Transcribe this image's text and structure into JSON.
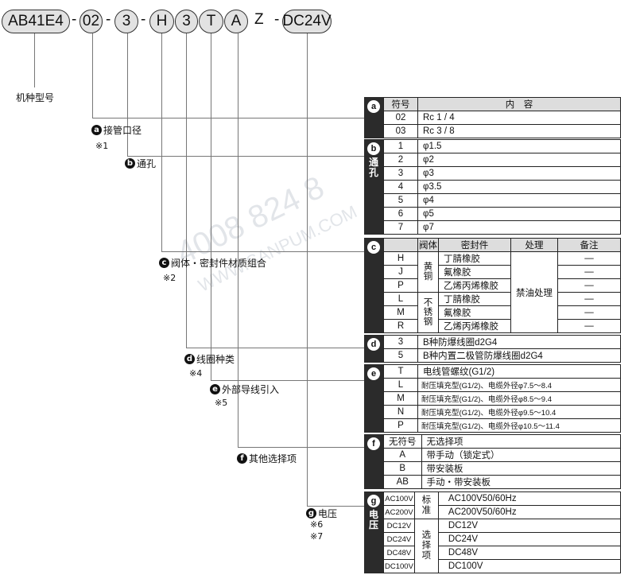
{
  "model_code": {
    "parts": [
      "AB41E4",
      "02",
      "3",
      "H",
      "3",
      "T",
      "A",
      "DC24V"
    ],
    "plain_z": "Z",
    "dash": "-"
  },
  "labels": {
    "model_type": "机种型号",
    "a": {
      "letter": "a",
      "text": "接管口径",
      "note": "※1"
    },
    "b": {
      "letter": "b",
      "text": "通孔"
    },
    "c": {
      "letter": "c",
      "text": "阀体・密封件材质组合",
      "note": "※2"
    },
    "d": {
      "letter": "d",
      "text": "线圈种类",
      "note": "※4"
    },
    "e": {
      "letter": "e",
      "text": "外部导线引入",
      "note": "※5"
    },
    "f": {
      "letter": "f",
      "text": "其他选择项"
    },
    "g": {
      "letter": "g",
      "text": "电压",
      "note": "※6",
      "note2": "※7"
    }
  },
  "watermark": {
    "phone": "4008 824 8",
    "site": "WWW.SANPUM.COM"
  },
  "table": {
    "a": {
      "letter": "a",
      "header": [
        "符号",
        "内　容"
      ],
      "rows": [
        [
          "02",
          "Rc 1 / 4"
        ],
        [
          "03",
          "Rc 3 / 8"
        ]
      ]
    },
    "b": {
      "letter": "b",
      "band_text": "通孔",
      "rows": [
        [
          "1",
          "φ1.5"
        ],
        [
          "2",
          "φ2"
        ],
        [
          "3",
          "φ3"
        ],
        [
          "4",
          "φ3.5"
        ],
        [
          "5",
          "φ4"
        ],
        [
          "6",
          "φ5"
        ],
        [
          "7",
          "φ7"
        ]
      ]
    },
    "c": {
      "letter": "c",
      "header": [
        "",
        "阀体",
        "密封件",
        "处理",
        "备注"
      ],
      "body_groups": [
        "黄铜",
        "不锈钢"
      ],
      "treatment": "禁油处理",
      "rows": [
        [
          "H",
          "丁腈橡胶",
          "—"
        ],
        [
          "J",
          "氟橡胶",
          "—"
        ],
        [
          "P",
          "乙烯丙烯橡胶",
          "—"
        ],
        [
          "L",
          "丁腈橡胶",
          "—"
        ],
        [
          "M",
          "氟橡胶",
          "—"
        ],
        [
          "R",
          "乙烯丙烯橡胶",
          "—"
        ]
      ]
    },
    "d": {
      "letter": "d",
      "rows": [
        [
          "3",
          "B种防爆线圈d2G4"
        ],
        [
          "5",
          "B种内置二极管防爆线圈d2G4"
        ]
      ]
    },
    "e": {
      "letter": "e",
      "rows": [
        [
          "T",
          "电线管螺纹(G1/2)"
        ],
        [
          "L",
          "耐压填充型(G1/2)、电缆外径φ7.5～8.4"
        ],
        [
          "M",
          "耐压填充型(G1/2)、电缆外径φ8.5～9.4"
        ],
        [
          "N",
          "耐压填充型(G1/2)、电缆外径φ9.5～10.4"
        ],
        [
          "P",
          "耐压填充型(G1/2)、电缆外径φ10.5～11.4"
        ]
      ]
    },
    "f": {
      "letter": "f",
      "rows": [
        [
          "无符号",
          "无选择项"
        ],
        [
          "A",
          "带手动（锁定式）"
        ],
        [
          "B",
          "带安装板"
        ],
        [
          "AB",
          "手动・带安装板"
        ]
      ]
    },
    "g": {
      "letter": "g",
      "band_text": "电压",
      "groups": [
        "标准",
        "选择项"
      ],
      "rows": [
        [
          "AC100V",
          "AC100V50/60Hz"
        ],
        [
          "AC200V",
          "AC200V50/60Hz"
        ],
        [
          "DC12V",
          "DC12V"
        ],
        [
          "DC24V",
          "DC24V"
        ],
        [
          "DC48V",
          "DC48V"
        ],
        [
          "DC100V",
          "DC100V"
        ]
      ]
    }
  }
}
